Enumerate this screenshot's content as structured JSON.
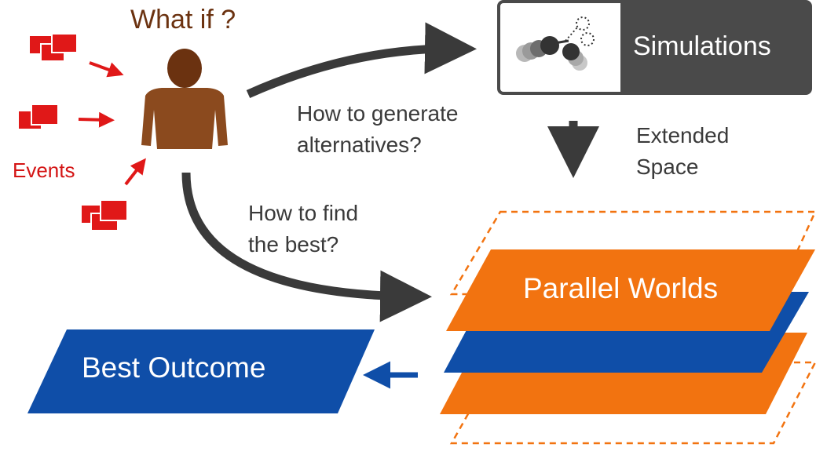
{
  "title": "What if ?",
  "events_label": "Events",
  "simulations_label": "Simulations",
  "question_alternatives": [
    "How to generate",
    "alternatives?"
  ],
  "extended_space": [
    "Extended",
    "Space"
  ],
  "question_best": [
    "How to find",
    "the best?"
  ],
  "parallel_worlds_label": "Parallel Worlds",
  "best_outcome_label": "Best Outcome",
  "colors": {
    "person": "#8b4a1e",
    "person_head": "#6b3210",
    "events": "#e01818",
    "arrow": "#3a3a3a",
    "simulations_box": "#4a4a4a",
    "orange": "#f27310",
    "blue": "#0f4ea8"
  },
  "icons": [
    "event-icon",
    "person-icon",
    "molecule-icon"
  ]
}
